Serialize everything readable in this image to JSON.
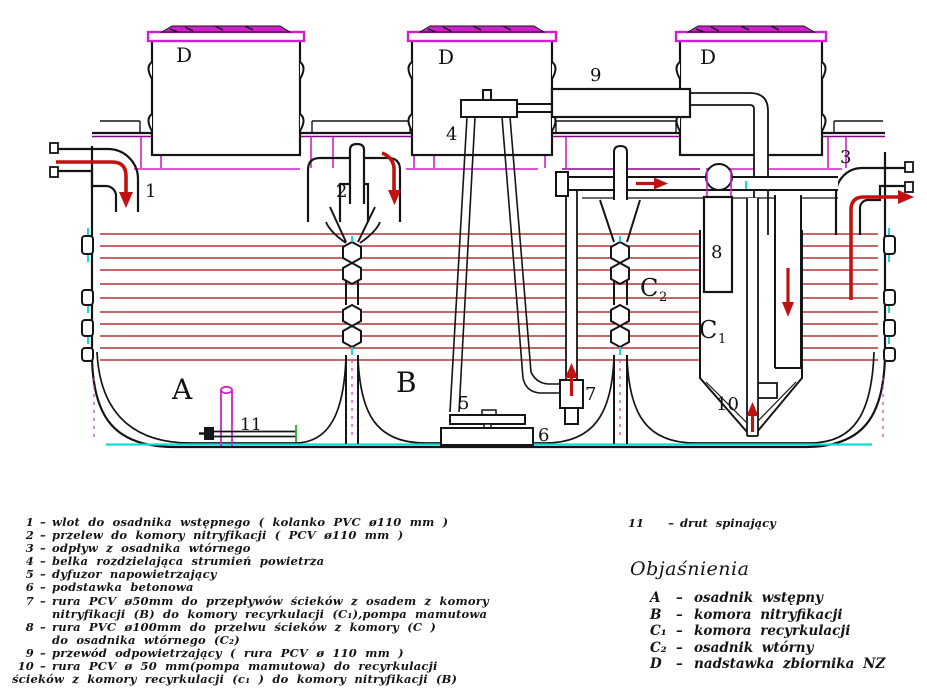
{
  "punct": {
    "dash": "–"
  },
  "drawing": {
    "riser_label": "D",
    "callouts": {
      "n1": "1",
      "n2": "2",
      "n3": "3",
      "n4": "4",
      "n5": "5",
      "n6": "6",
      "n7": "7",
      "n8": "8",
      "n9": "9",
      "n10": "10",
      "n11": "11"
    },
    "chambers": {
      "a": "A",
      "b": "B",
      "c_letter": "C",
      "c1_sub": "1",
      "c2_sub": "2"
    }
  },
  "legend_left": {
    "rows": [
      {
        "num": "1",
        "text": "wlot do osadnika wstępnego ( kolanko PVC ø110 mm )"
      },
      {
        "num": "2",
        "text": "przelew do komory nitryfikacji ( PCV ø110 mm )"
      },
      {
        "num": "3",
        "text": "odpływ z osadnika wtórnego"
      },
      {
        "num": "4",
        "text": "belka rozdzielająca strumień powietrza"
      },
      {
        "num": "5",
        "text": "dyfuzor napowietrzający"
      },
      {
        "num": "6",
        "text": "podstawka betonowa"
      },
      {
        "num": "7",
        "text": "rura PCV ø50mm do przepływów ścieków z osadem  z komory"
      },
      {
        "num": "",
        "text": "nitryfikacji (B) do komory recyrkulacji (C₁),pompa mamutowa"
      },
      {
        "num": "8",
        "text": "rura PVC ø100mm do przelwu ścieków z komory (C )"
      },
      {
        "num": "",
        "text": "do osadnika wtórnego (C₂)"
      },
      {
        "num": "9",
        "text": "przewód odpowietrzający ( rura PCV ø 110 mm )"
      },
      {
        "num": "10",
        "text": "rura PCV ø 50 mm(pompa mamutowa) do recyrkulacji"
      },
      {
        "num": "",
        "text": "ścieków z komory recyrkulacji (c₁ ) do komory nitryfikacji (B)"
      }
    ]
  },
  "legend_right": {
    "item11": {
      "num": "11",
      "text": "drut spinający"
    },
    "title": "Objaśnienia",
    "rows": [
      {
        "sym": "A",
        "text": "osadnik wstępny"
      },
      {
        "sym": "B",
        "text": "komora nitryfikacji"
      },
      {
        "sym": "C₁",
        "text": "komora recyrkulacji"
      },
      {
        "sym": "C₂",
        "text": "osadnik wtórny"
      },
      {
        "sym": "D",
        "text": "nadstawka zbiornika NZ"
      }
    ]
  },
  "colors": {
    "outline": "#151515",
    "rib_band_red": "#b23335",
    "flow_arrow_red": "#c11212",
    "lid_magenta": "#cf1fcf",
    "seam_purple": "#8b008b",
    "gasket_cyan": "#15d9d9",
    "wire_tick_green": "#1fae1f"
  }
}
